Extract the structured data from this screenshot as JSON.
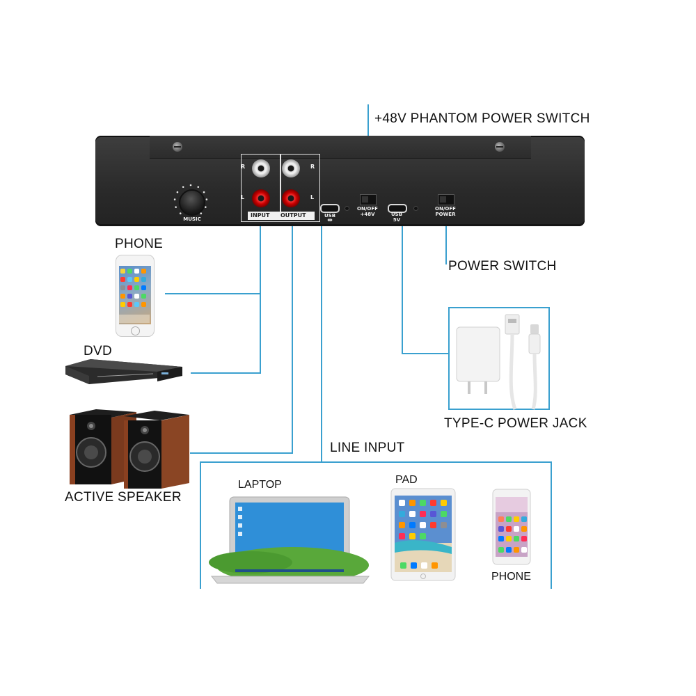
{
  "labels": {
    "phantom_switch": "+48V PHANTOM POWER SWITCH",
    "power_switch": "POWER SWITCH",
    "typec_jack": "TYPE-C POWER JACK",
    "line_input": "LINE INPUT",
    "phone_top": "PHONE",
    "dvd": "DVD",
    "active_speaker": "ACTIVE SPEAKER",
    "laptop": "LAPTOP",
    "pad": "PAD",
    "phone_bottom": "PHONE"
  },
  "panel": {
    "music": "MUSIC",
    "input": "INPUT",
    "output": "OUTPUT",
    "r_left": "R",
    "r_right": "R",
    "l_left": "L",
    "l_right": "L",
    "usb_audio_line1": "USB",
    "onoff_48_line1": "ON/OFF",
    "onoff_48_line2": "+48V",
    "usb5v_line1": "USB",
    "usb5v_line2": "5V",
    "onoff_power_line1": "ON/OFF",
    "onoff_power_line2": "POWER"
  },
  "colors": {
    "connector_line": "#3aa0cf",
    "device_body": "#2e2e2e",
    "rca_red": "#cc0000",
    "rca_white": "#f4f4f4"
  }
}
